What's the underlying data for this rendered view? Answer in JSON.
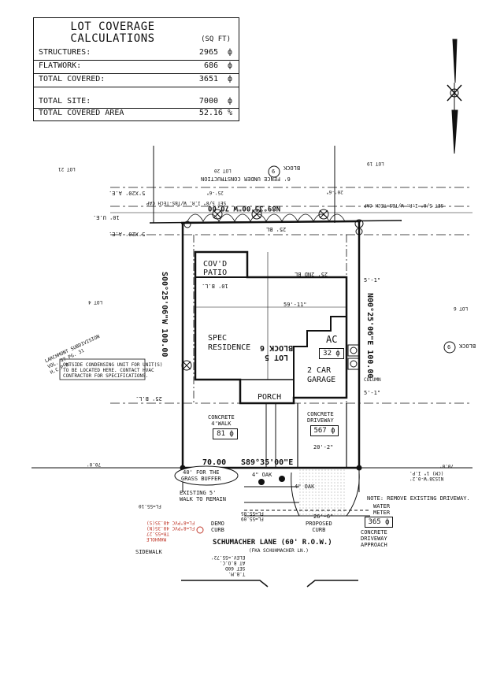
{
  "table": {
    "title1": "LOT COVERAGE",
    "title2": "CALCULATIONS",
    "unit": "(SQ FT)",
    "rows": [
      {
        "label": "STRUCTURES:",
        "value": "2965"
      },
      {
        "label": "FLATWORK:",
        "value": "686"
      },
      {
        "label": "TOTAL COVERED:",
        "value": "3651"
      },
      {
        "label": "TOTAL SITE:",
        "value": "7000"
      },
      {
        "label": "TOTAL COVERED AREA",
        "value": "52.16 %"
      }
    ],
    "symbol": "ф"
  },
  "labels": {
    "lot21": "LOT 21",
    "lot20": "LOT 20",
    "lot19": "LOT 19",
    "lot4": "LOT 4",
    "lot6": "LOT 6",
    "block6_top": "BLOCK",
    "block_num": "6",
    "north_dim": "N89°35'00\"W 70.00",
    "south_dim": "S89°35'00\"E",
    "south_len": "70.00",
    "west_dim": "S00°25'06\"W 100.00",
    "east_dim": "N00°25'06\"E 100.00",
    "ae_top": "5'X20' A.E.",
    "ae_mid": "5'X20' A.E.",
    "ue": "10' U.E.",
    "bl25": "25' B.L.",
    "covd_patio1": "COV'D",
    "covd_patio2": "PATIO",
    "spec1": "SPEC",
    "spec2": "RESIDENCE",
    "lot5": "LOT 5",
    "block6_mid": "BLOCK 6",
    "ac": "AC",
    "ac_val": "32",
    "garage1": "2 CAR",
    "garage2": "GARAGE",
    "porch": "PORCH",
    "walk1": "CONCRETE",
    "walk2": "4'WALK",
    "walk_val": "81",
    "drive1": "CONCRETE",
    "drive2": "DRIVEWAY",
    "drive_val": "567",
    "dim_59": "59'-11\"",
    "dim_20": "20'-2\"",
    "dim_51a": "5'-1\"",
    "dim_51b": "5'-1\"",
    "dim_20b": "20'-6\"",
    "dim_25": "25'-6\"",
    "dim_26": "26'-6\"",
    "grass1": "40' FOR THE",
    "grass2": "GRASS BUFFER",
    "oak1": "4\" OAK",
    "oak2": "4\" OAK",
    "walk_remain1": "EXISTING 5'",
    "walk_remain2": "WALK TO REMAIN",
    "note": "NOTE: REMOVE EXISTING DRIVEWAY.",
    "water1": "WATER",
    "water2": "METER",
    "approach_val": "365",
    "approach1": "CONCRETE",
    "approach2": "DRIVEWAY",
    "approach3": "APPROACH",
    "proposed1": "PROPOSED",
    "proposed2": "CURB",
    "demo1": "DEMO",
    "demo2": "CURB",
    "street": "SCHUMACHER LANE (60' R.O.W.)",
    "street_sub": "(FKA SCHUHMACHER LN.)",
    "sidewalk": "SIDEWALK",
    "bl2": "25' BL",
    "bl2b": "25' 2ND BL",
    "bl2c": "10' B.L.",
    "note_box1": "OUTSIDE CONDENSING UNIT FOR UNIT(S)",
    "note_box2": "TO BE LOCATED HERE. CONTACT HVAC",
    "note_box3": "CONTRACTOR FOR SPECIFICATIONS.",
    "subdiv1": "LARCHMONT SUBDIVISION",
    "subdiv2": "VOL. 47 PG. 31",
    "subdiv3": "H.C.P.R.",
    "dim_70": "70.0'",
    "dim_70b": "70.0'",
    "fl_left": "FL=55.10",
    "manhole1": "MANHOLE",
    "manhole2": "TR=55.27",
    "manhole3": "FL=8\"PVC 48.35(N)",
    "manhole4": "FL=8\"PVC 48.35(S)",
    "tbm1": "T.B.M.",
    "tbm2": "SET 60D",
    "tbm3": "AT B.O.C.",
    "tbm4": "ELEV.=55.72'",
    "fl_mid": "FL=55.09",
    "fl_mid2": "FL=55.05",
    "n_right": "N1S38'W-0.2'",
    "n_right2": "(CM) 1\" I.P.",
    "column": "COLUMN",
    "set_cap": "SET 5/8\" I.R. W/TBS-TECH CAP",
    "set_cap2": "SET 5/8\" I.R. W/TBS-TECH CAP",
    "fence": "6' FENCE UNDER CONSTRUCTION"
  }
}
